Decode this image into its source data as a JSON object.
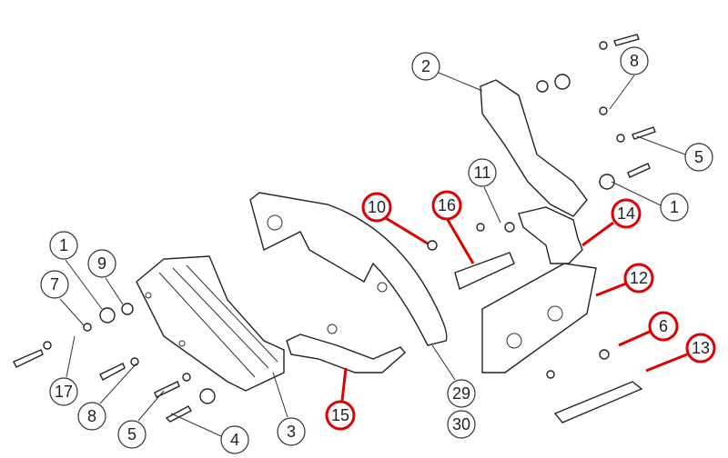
{
  "diagram": {
    "callouts": [
      {
        "label": "2"
      },
      {
        "label": "8"
      },
      {
        "label": "5"
      },
      {
        "label": "1"
      },
      {
        "label": "11"
      },
      {
        "label": "10"
      },
      {
        "label": "16"
      },
      {
        "label": "14"
      },
      {
        "label": "12"
      },
      {
        "label": "6"
      },
      {
        "label": "13"
      },
      {
        "label": "1"
      },
      {
        "label": "9"
      },
      {
        "label": "7"
      },
      {
        "label": "17"
      },
      {
        "label": "8"
      },
      {
        "label": "5"
      },
      {
        "label": "4"
      },
      {
        "label": "3"
      },
      {
        "label": "15"
      },
      {
        "label": "29"
      },
      {
        "label": "30"
      }
    ],
    "highlight_color": "#e00000"
  }
}
